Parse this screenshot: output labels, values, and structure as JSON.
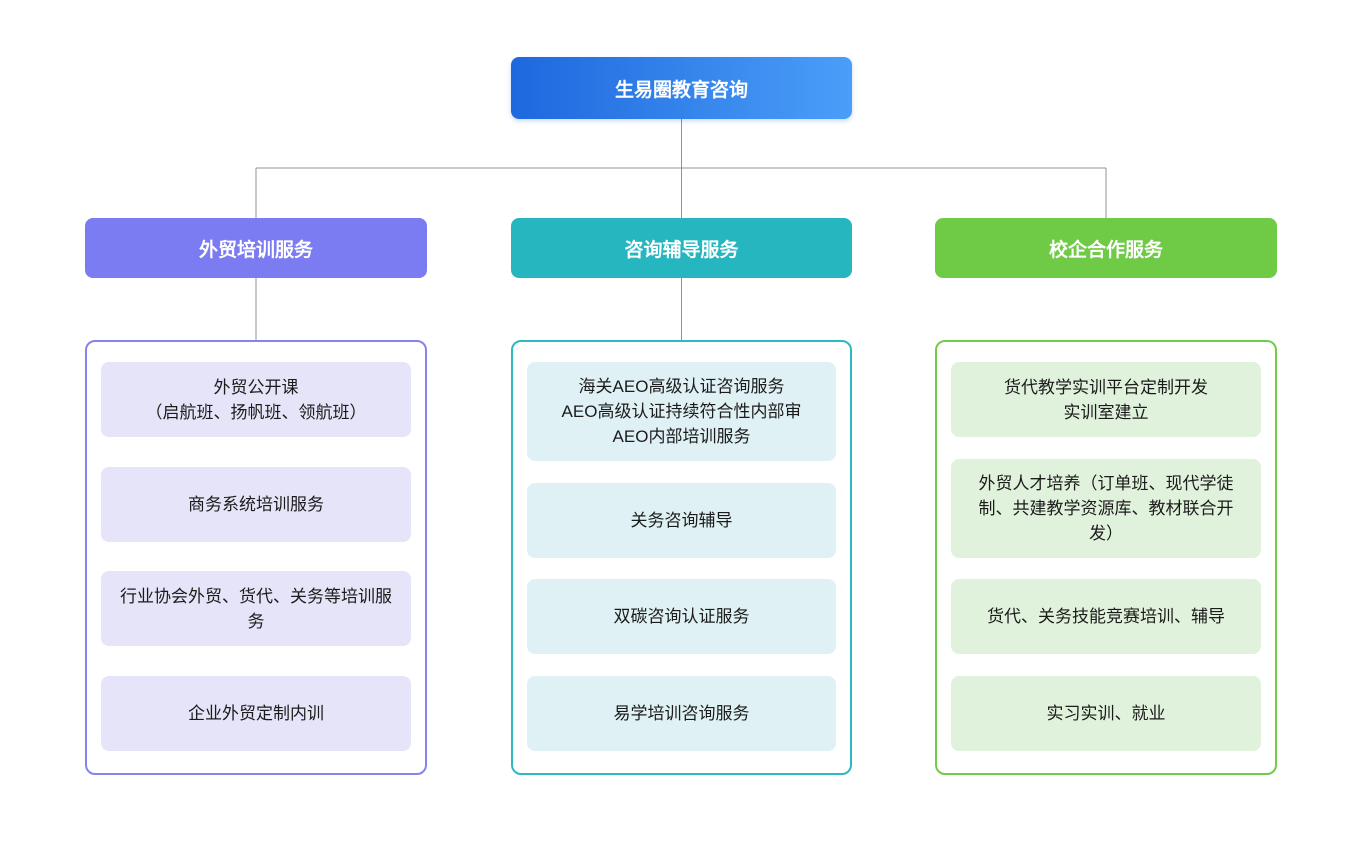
{
  "diagram": {
    "root_label": "生易圈教育咨询",
    "branches": [
      {
        "label": "外贸培训服务",
        "items": [
          "外贸公开课\n（启航班、扬帆班、领航班）",
          "商务系统培训服务",
          "行业协会外贸、货代、关务等培训服务",
          "企业外贸定制内训"
        ]
      },
      {
        "label": "咨询辅导服务",
        "items": [
          "海关AEO高级认证咨询服务\nAEO高级认证持续符合性内部审\nAEO内部培训服务",
          "关务咨询辅导",
          "双碳咨询认证服务",
          "易学培训咨询服务"
        ]
      },
      {
        "label": "校企合作服务",
        "items": [
          "货代教学实训平台定制开发\n实训室建立",
          "外贸人才培养（订单班、现代学徒制、共建教学资源库、教材联合开发）",
          "货代、关务技能竞赛培训、辅导",
          "实习实训、就业"
        ]
      }
    ]
  },
  "colors": {
    "root_gradient_start": "#1E68DE",
    "root_gradient_end": "#4A9EF8",
    "branch_1_header": "#7B7BF2",
    "branch_2_header": "#26B6C0",
    "branch_3_header": "#6FCB45",
    "group_1_border": "#8583F0",
    "group_2_border": "#2CB9C3",
    "group_3_border": "#72CB49",
    "item_fill_1": "#E6E4F8",
    "item_fill_2": "#DFF1F4",
    "item_fill_3": "#E1F2DC",
    "connector_line": "#8C939B"
  }
}
